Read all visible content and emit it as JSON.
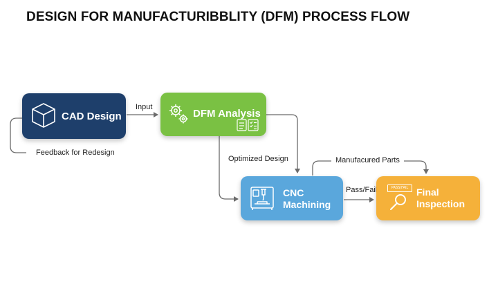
{
  "title": "DESIGN FOR MANUFACTURIBBLITY (DFM) PROCESS FLOW",
  "colors": {
    "cad": "#1e3f6b",
    "dfm": "#7ac143",
    "cnc": "#5aa7dc",
    "inspection": "#f5b13a",
    "connector": "#6b6b6b"
  },
  "nodes": {
    "cad": {
      "label": "CAD Design",
      "icon": "3d-cube-icon"
    },
    "dfm": {
      "label": "DFM Analysis",
      "icon": "gears-icon",
      "secondary_icon": "checklist-icon"
    },
    "cnc": {
      "label_line1": "CNC",
      "label_line2": "Machining",
      "icon": "cnc-machine-icon"
    },
    "inspection": {
      "label_line1": "Final",
      "label_line2": "Inspection",
      "icon": "magnifier-icon",
      "badge": "PASS/FAIL"
    }
  },
  "edges": {
    "input": "Input",
    "feedback": "Feedback for Redesign",
    "optimized": "Optimized Design",
    "manufactured": "Manufacured Parts",
    "passfail": "Pass/Fail"
  }
}
